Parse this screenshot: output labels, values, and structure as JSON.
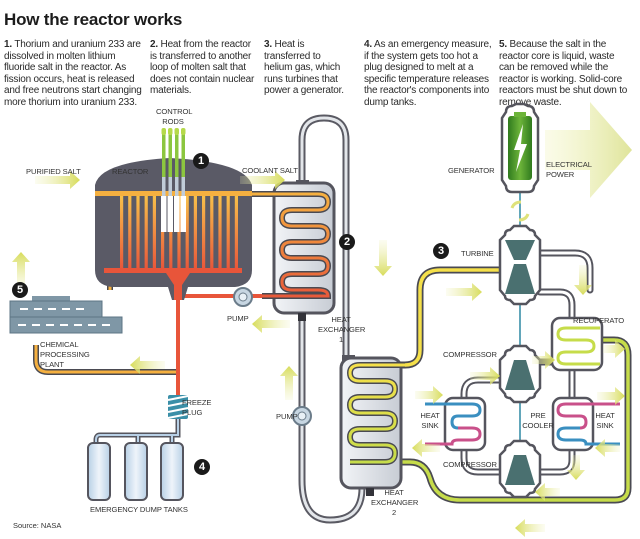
{
  "title": "How the reactor works",
  "steps": [
    {
      "num": "1.",
      "text": "Thorium and uranium 233 are dissolved in molten lithium fluoride salt in the reactor. As fission occurs, heat is released and free neutrons start changing more thorium into uranium 233."
    },
    {
      "num": "2.",
      "text": "Heat from the reactor is transferred to another loop of molten salt that does not contain nuclear materials."
    },
    {
      "num": "3.",
      "text": "Heat is transferred to helium gas, which runs turbines that power a generator."
    },
    {
      "num": "4.",
      "text": "As an emergency measure, if the system gets too hot a plug designed to melt at a specific temperature releases the reactor's components into dump tanks."
    },
    {
      "num": "5.",
      "text": "Because the salt in the reactor core is liquid, waste can be removed while the reactor is working. Solid-core reactors must be shut down to remove waste."
    }
  ],
  "labels": {
    "control_rods": "Control rods",
    "reactor": "Reactor",
    "purified_salt": "Purified salt",
    "coolant_salt": "Coolant salt",
    "pump_1": "Pump",
    "heat_exchanger_1": "Heat exchanger 1",
    "chemical_plant": "Chemical processing plant",
    "freeze_plug": "Freeze plug",
    "dump_tanks": "Emergency dump tanks",
    "pump_2": "Pump",
    "heat_exchanger_2": "Heat exchanger 2",
    "generator": "Generator",
    "electrical_power": "Electrical power",
    "turbine": "Turbine",
    "recuperator": "Recuperato",
    "compressor_top": "Compressor",
    "compressor_bottom": "Compressor",
    "heat_sink_left": "Heat sink",
    "heat_sink_right": "Heat sink",
    "pre_cooler": "Pre cooler"
  },
  "badges": [
    "1",
    "2",
    "3",
    "4",
    "5"
  ],
  "source": "Source: NASA",
  "colors": {
    "reactor_body": "#5a5a66",
    "hot_salt": "#e8553a",
    "warm_salt": "#f2a93b",
    "coolant_loop": "#f5e04a",
    "helium_loop": "#c6dc4a",
    "arrow": "#dfe27a",
    "vessel": "#e3e7ec",
    "outline": "#505059",
    "heat_sink_hot": "#c9508a",
    "heat_sink_cold": "#3a8fc0",
    "generator": "#4a9a2a"
  }
}
